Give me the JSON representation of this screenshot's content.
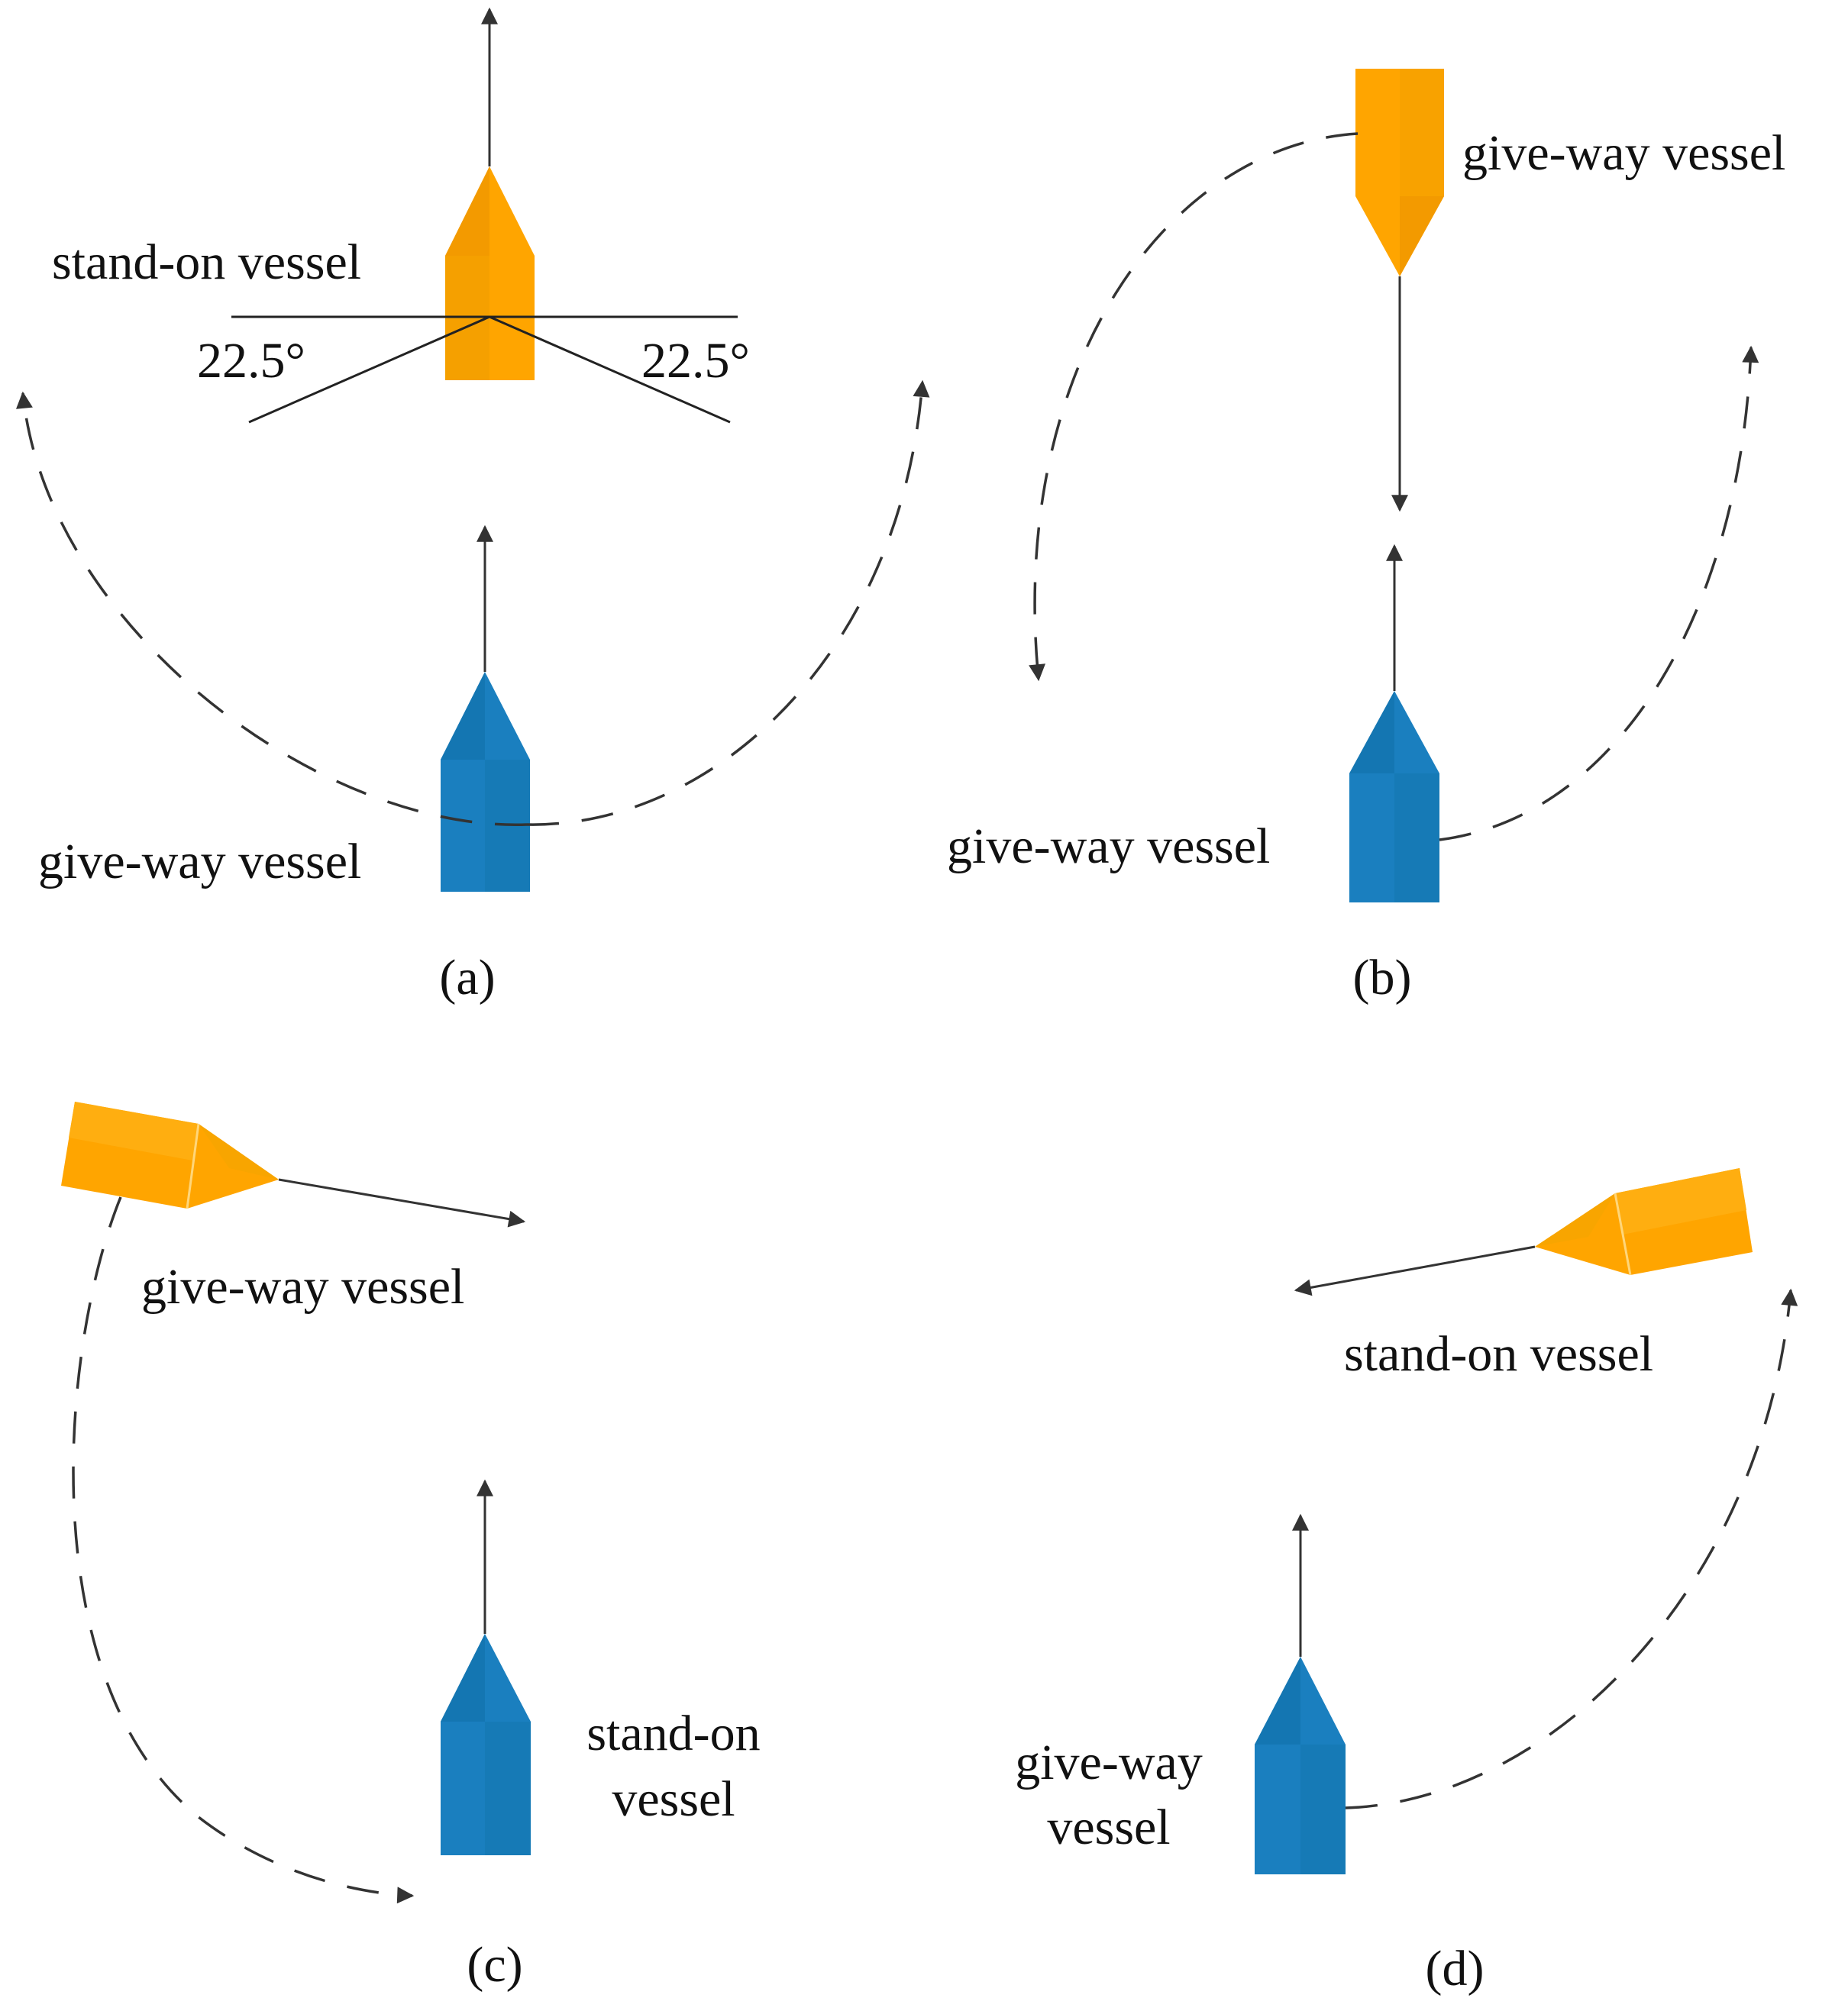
{
  "colors": {
    "stand_on_orange": "#FFA500",
    "orange_shade": "#F08C00",
    "give_way_blue": "#1A7FBF",
    "blue_shade": "#136A9E",
    "line": "#333333"
  },
  "panels": {
    "a": {
      "caption": "(a)",
      "orange_vessel_label": "stand-on vessel",
      "blue_vessel_label": "give-way vessel",
      "angle_left": "22.5°",
      "angle_right": "22.5°"
    },
    "b": {
      "caption": "(b)",
      "orange_vessel_label": "give-way vessel",
      "blue_vessel_label": "give-way vessel"
    },
    "c": {
      "caption": "(c)",
      "orange_vessel_label": "give-way vessel",
      "blue_vessel_label_line1": "stand-on",
      "blue_vessel_label_line2": "vessel"
    },
    "d": {
      "caption": "(d)",
      "orange_vessel_label": "stand-on vessel",
      "blue_vessel_label_line1": "give-way",
      "blue_vessel_label_line2": "vessel"
    }
  }
}
